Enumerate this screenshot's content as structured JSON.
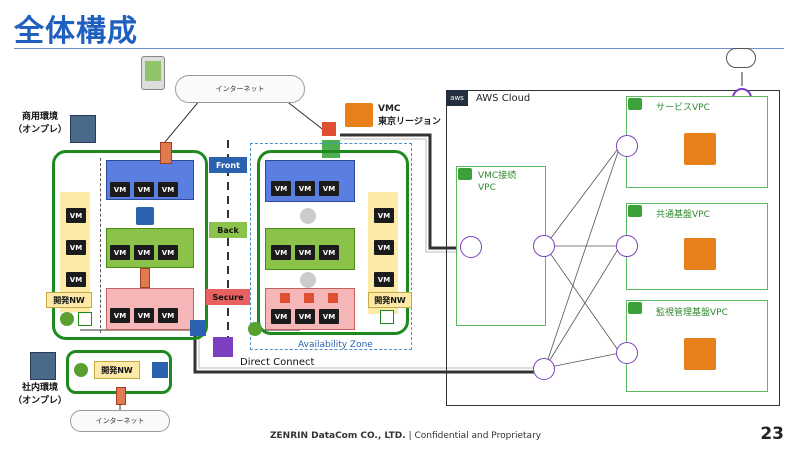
{
  "title": "全体構成",
  "footer": {
    "company": "ZENRIN DataCom CO., LTD.",
    "separator": "|",
    "note": "Confidential and Proprietary",
    "page": "23"
  },
  "internet_top": "インターネット",
  "internet_bottom": "インターネット",
  "onprem_commercial": [
    "商用環境",
    "（オンプレ）"
  ],
  "onprem_internal": [
    "社内環境",
    "（オンプレ）"
  ],
  "vmc": [
    "VMC",
    "東京リージョン"
  ],
  "aws_cloud": "AWS Cloud",
  "aws_logo": "aws",
  "vpcs": {
    "vmc_connect": [
      "VMC接続",
      "VPC"
    ],
    "service": "サービスVPC",
    "common": "共通基盤VPC",
    "monitoring": "監視管理基盤VPC"
  },
  "zones": {
    "front": "Front",
    "back": "Back",
    "secure": "Secure"
  },
  "availability_zone": "Availability Zone",
  "direct_connect": "Direct Connect",
  "dev_nw": "開発NW",
  "vm_label": "VM",
  "icons": {
    "cloud_up": "cloud-upload-icon",
    "internet_gateway": "internet-gateway-icon",
    "router": "router-icon",
    "firewall": "firewall-icon",
    "building": "building-icon"
  },
  "colors": {
    "title": "#1f5fbf",
    "green_border": "#1e8a1e",
    "front_blue": "#5b7fe0",
    "back_green": "#8bc34a",
    "secure_red": "#f4b6b6",
    "dev_yellow": "#fde9a8",
    "vpc_green": "#5bb85b",
    "orange": "#e8801a"
  }
}
